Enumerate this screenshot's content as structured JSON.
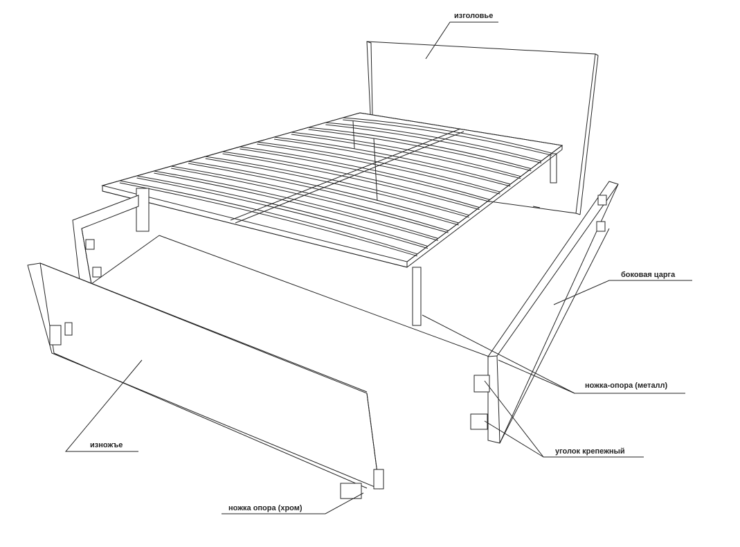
{
  "labels": {
    "headboard": "изголовье",
    "side_rail": "боковая царга",
    "metal_leg": "ножка-опора (металл)",
    "bracket": "уголок крепежный",
    "chrome_leg": "ножка опора (хром)",
    "footboard": "изножъе"
  },
  "colors": {
    "line": "#222222",
    "background": "#ffffff"
  }
}
